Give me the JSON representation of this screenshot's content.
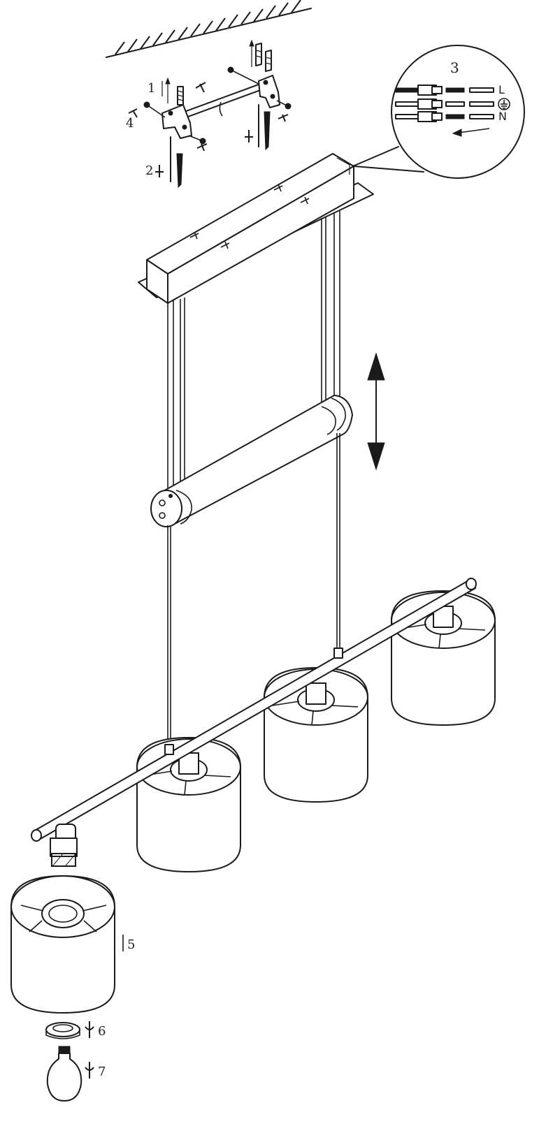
{
  "diagram": {
    "step_labels": {
      "step1": "1",
      "step2": "2",
      "step3": "3",
      "step4": "4",
      "step5": "5",
      "step6": "6",
      "step7": "7"
    },
    "wiring": {
      "live": "L",
      "neutral": "N"
    }
  }
}
